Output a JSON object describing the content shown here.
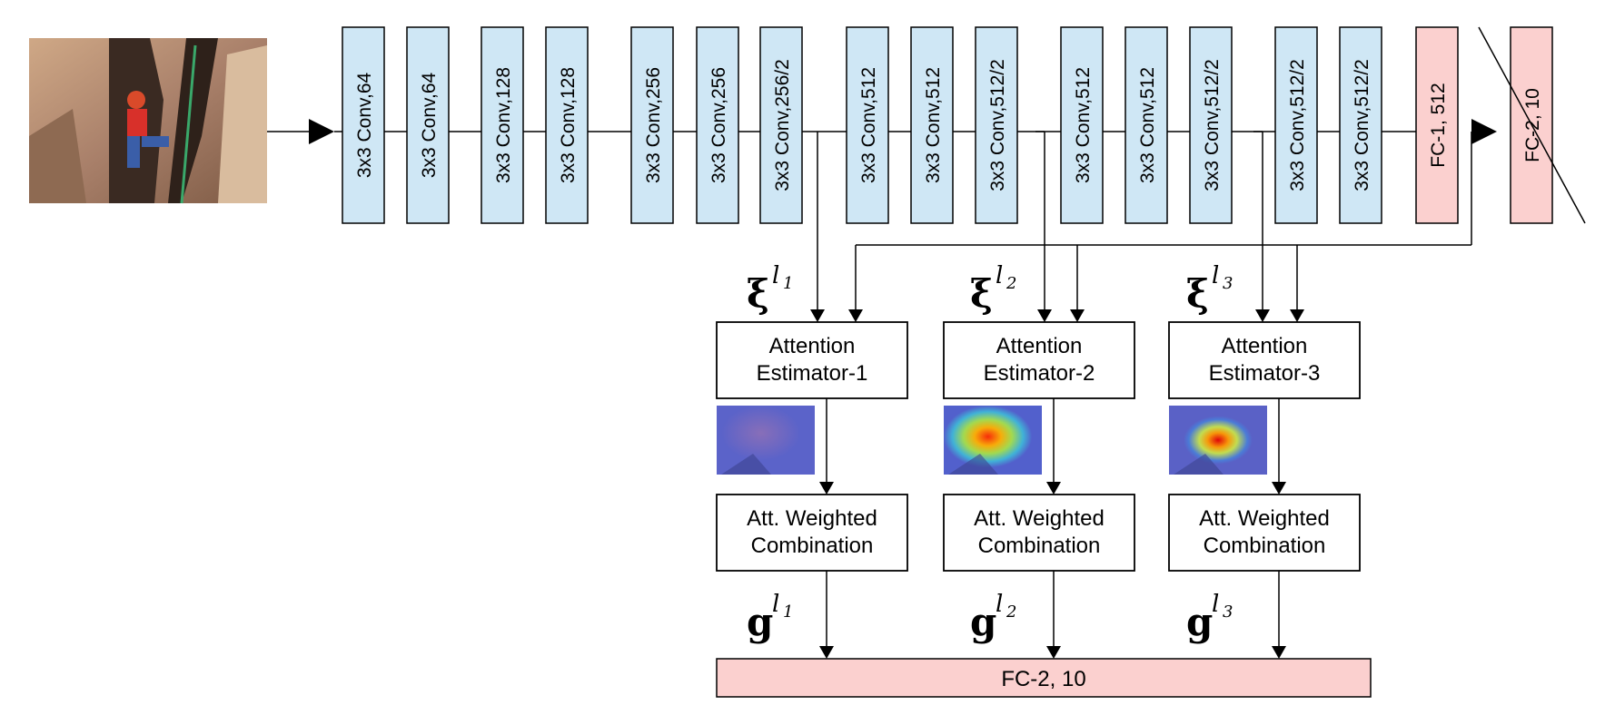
{
  "conv_layers": [
    {
      "label": "3x3 Conv,64"
    },
    {
      "label": "3x3 Conv,64"
    },
    {
      "label": "3x3 Conv,128"
    },
    {
      "label": "3x3 Conv,128"
    },
    {
      "label": "3x3 Conv,256"
    },
    {
      "label": "3x3 Conv,256"
    },
    {
      "label": "3x3 Conv,256/2"
    },
    {
      "label": "3x3 Conv,512"
    },
    {
      "label": "3x3 Conv,512"
    },
    {
      "label": "3x3 Conv,512/2"
    },
    {
      "label": "3x3 Conv,512"
    },
    {
      "label": "3x3 Conv,512"
    },
    {
      "label": "3x3 Conv,512/2"
    },
    {
      "label": "3x3 Conv,512/2"
    },
    {
      "label": "3x3 Conv,512/2"
    }
  ],
  "fc1": {
    "label": "FC-1, 512"
  },
  "fc2_original": {
    "label": "FC-2, 10",
    "crossed_out": true
  },
  "features": [
    {
      "symbol": "ξ",
      "sup": "l",
      "sub": "1"
    },
    {
      "symbol": "ξ",
      "sup": "l",
      "sub": "2"
    },
    {
      "symbol": "ξ",
      "sup": "l",
      "sub": "3"
    }
  ],
  "estimators": [
    {
      "label_line1": "Attention",
      "label_line2": "Estimator-1"
    },
    {
      "label_line1": "Attention",
      "label_line2": "Estimator-2"
    },
    {
      "label_line1": "Attention",
      "label_line2": "Estimator-3"
    }
  ],
  "combiners": [
    {
      "label_line1": "Att. Weighted",
      "label_line2": "Combination"
    },
    {
      "label_line1": "Att. Weighted",
      "label_line2": "Combination"
    },
    {
      "label_line1": "Att. Weighted",
      "label_line2": "Combination"
    }
  ],
  "global_features": [
    {
      "symbol": "g",
      "sup": "l",
      "sub": "1"
    },
    {
      "symbol": "g",
      "sup": "l",
      "sub": "2"
    },
    {
      "symbol": "g",
      "sup": "l",
      "sub": "3"
    }
  ],
  "final_fc": {
    "label": "FC-2, 10"
  },
  "colors": {
    "conv_fill": "#cfe7f5",
    "fc_fill": "#fbd0cf",
    "stroke": "#000000",
    "box_fill": "#ffffff"
  },
  "icons": {
    "input_image": "rock-climber-photo",
    "attention_maps": [
      "attention-heatmap-1",
      "attention-heatmap-2",
      "attention-heatmap-3"
    ]
  }
}
